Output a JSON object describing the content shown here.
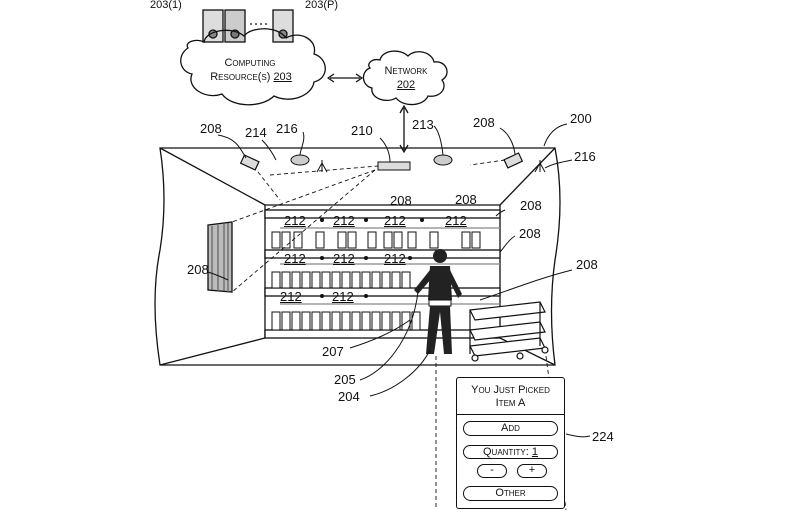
{
  "labels": {
    "server_first": "203(1)",
    "server_last": "203(P)",
    "computing_resources_line1": "Computing",
    "computing_resources_line2": "Resource(s)",
    "computing_resources_ref": "203",
    "network": "Network",
    "network_ref": "202",
    "cam_top_left": "208",
    "ref_214": "214",
    "ref_216_left": "216",
    "ref_210": "210",
    "ref_213": "213",
    "cam_top_right": "208",
    "ref_200": "200",
    "ref_216_right": "216",
    "shelf_208_a": "208",
    "shelf_208_b": "208",
    "shelf_208_right_1": "208",
    "shelf_208_right_2": "208",
    "cart_208": "208",
    "wall_208": "208",
    "item_212": "212",
    "ref_207": "207",
    "ref_205": "205",
    "ref_204": "204",
    "ref_224": "224"
  },
  "panel": {
    "title_line1": "You Just Picked",
    "title_line2": "Item A",
    "add_label": "Add",
    "quantity_label": "Quantity:",
    "quantity_value": "1",
    "minus_label": "-",
    "plus_label": "+",
    "other_label": "Other"
  }
}
